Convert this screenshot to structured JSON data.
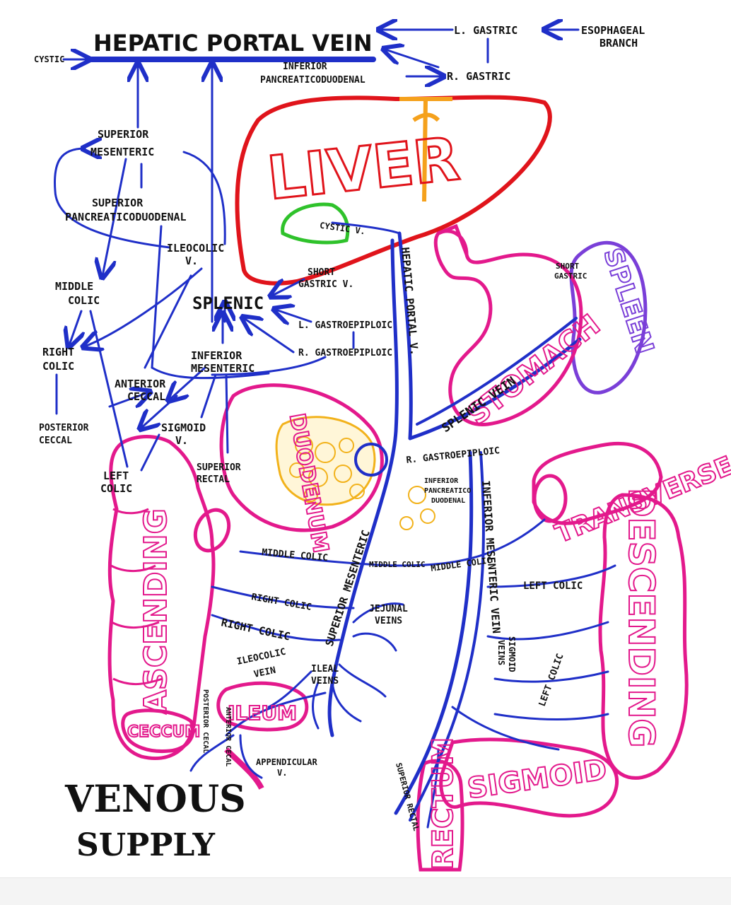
{
  "diagram": {
    "title": "HEPATIC PORTAL VEIN",
    "footer_title": [
      "VENOUS",
      "SUPPLY"
    ],
    "colors": {
      "vein": "#1f2fc8",
      "liver": "#e0141b",
      "gallbladder": "#2fc22b",
      "spleen": "#7a3fd8",
      "intestine": "#e3198c",
      "pancreas": "#f2b21b",
      "ink": "#111111",
      "page": "#ffffff"
    },
    "labels": {
      "cystic": "CYSTIC",
      "l_gastric": "L. GASTRIC",
      "esophageal": [
        "ESOPHAGEAL",
        "BRANCH"
      ],
      "r_gastric": "R. GASTRIC",
      "inf_panc_duod": [
        "INFERIOR",
        "PANCREATICODUODENAL"
      ],
      "sup_mesenteric": [
        "SUPERIOR",
        "MESENTERIC"
      ],
      "sup_panc_duod": [
        "SUPERIOR",
        "PANCREATICODUODENAL"
      ],
      "ileocolic": [
        "ILEOCOLIC",
        "V."
      ],
      "middle_colic": [
        "MIDDLE",
        "COLIC"
      ],
      "short_gastric": [
        "SHORT",
        "GASTRIC V."
      ],
      "splenic": "SPLENIC",
      "l_gastroepiploic": "L. GASTROEPIPLOIC",
      "r_gastroepiploic": "R. GASTROEPIPLOIC",
      "right_colic": [
        "RIGHT",
        "COLIC"
      ],
      "inf_mesenteric": [
        "INFERIOR",
        "MESENTERIC"
      ],
      "anterior_cecal": [
        "ANTERIOR",
        "CECCAL"
      ],
      "posterior_cecal": [
        "POSTERIOR",
        "CECCAL"
      ],
      "sigmoid_v": [
        "SIGMOID",
        "V."
      ],
      "left_colic": [
        "LEFT",
        "COLIC"
      ],
      "superior_rectal": [
        "SUPERIOR",
        "RECTAL"
      ],
      "cystic_v": "CYSTIC V.",
      "hepatic_portal_v": "HEPATIC PORTAL V.",
      "splenic_vein": "SPLENIC VEIN",
      "short_gastric_r": [
        "SHORT",
        "GASTRIC"
      ],
      "r_gastroepiploic_lower": "R. GASTROEPIPLOIC",
      "inf_panc_duod_small": [
        "INFERIOR",
        "PANCREATICO",
        "DUODENAL"
      ],
      "middle_colic_1": "MIDDLE COLIC",
      "middle_colic_2": "MIDDLE COLIC",
      "middle_colic_3": "MIDDLE COLIC",
      "left_colic_1": "LEFT COLIC",
      "left_colic_2": "LEFT COLIC",
      "right_colic_1": "RIGHT COLIC",
      "right_colic_2": "RIGHT COLIC",
      "superior_mesenteric_vert": "SUPERIOR MESENTERIC",
      "inferior_mesenteric_vert": "INFERIOR MESENTERIC VEIN",
      "jejunal": [
        "JEJUNAL",
        "VEINS"
      ],
      "ileal": [
        "ILEAL",
        "VEINS"
      ],
      "ileocolic_vein": [
        "ILEOCOLIC",
        "VEIN"
      ],
      "sigmoid_veins": [
        "SIGMOID",
        "VEINS"
      ],
      "appendicular": [
        "APPENDICULAR",
        "V."
      ],
      "superior_rectal_vert": "SUPERIOR RECTAL",
      "anterior_cecal_vert": "ANTERIOR CECAL",
      "posterior_cecal_vert": "POSTERIOR CECAL"
    },
    "organs": {
      "liver": "LIVER",
      "spleen": "SPLEEN",
      "stomach": "STOMACH",
      "duodenum": "DUODENUM",
      "transverse": "TRANSVERSE",
      "ascending": "ASCENDING",
      "descending": "DESCENDING",
      "ileum": "ILEUM",
      "cecum": "CECCUM",
      "sigmoid": "SIGMOID",
      "rectum": "RECTUM"
    }
  }
}
